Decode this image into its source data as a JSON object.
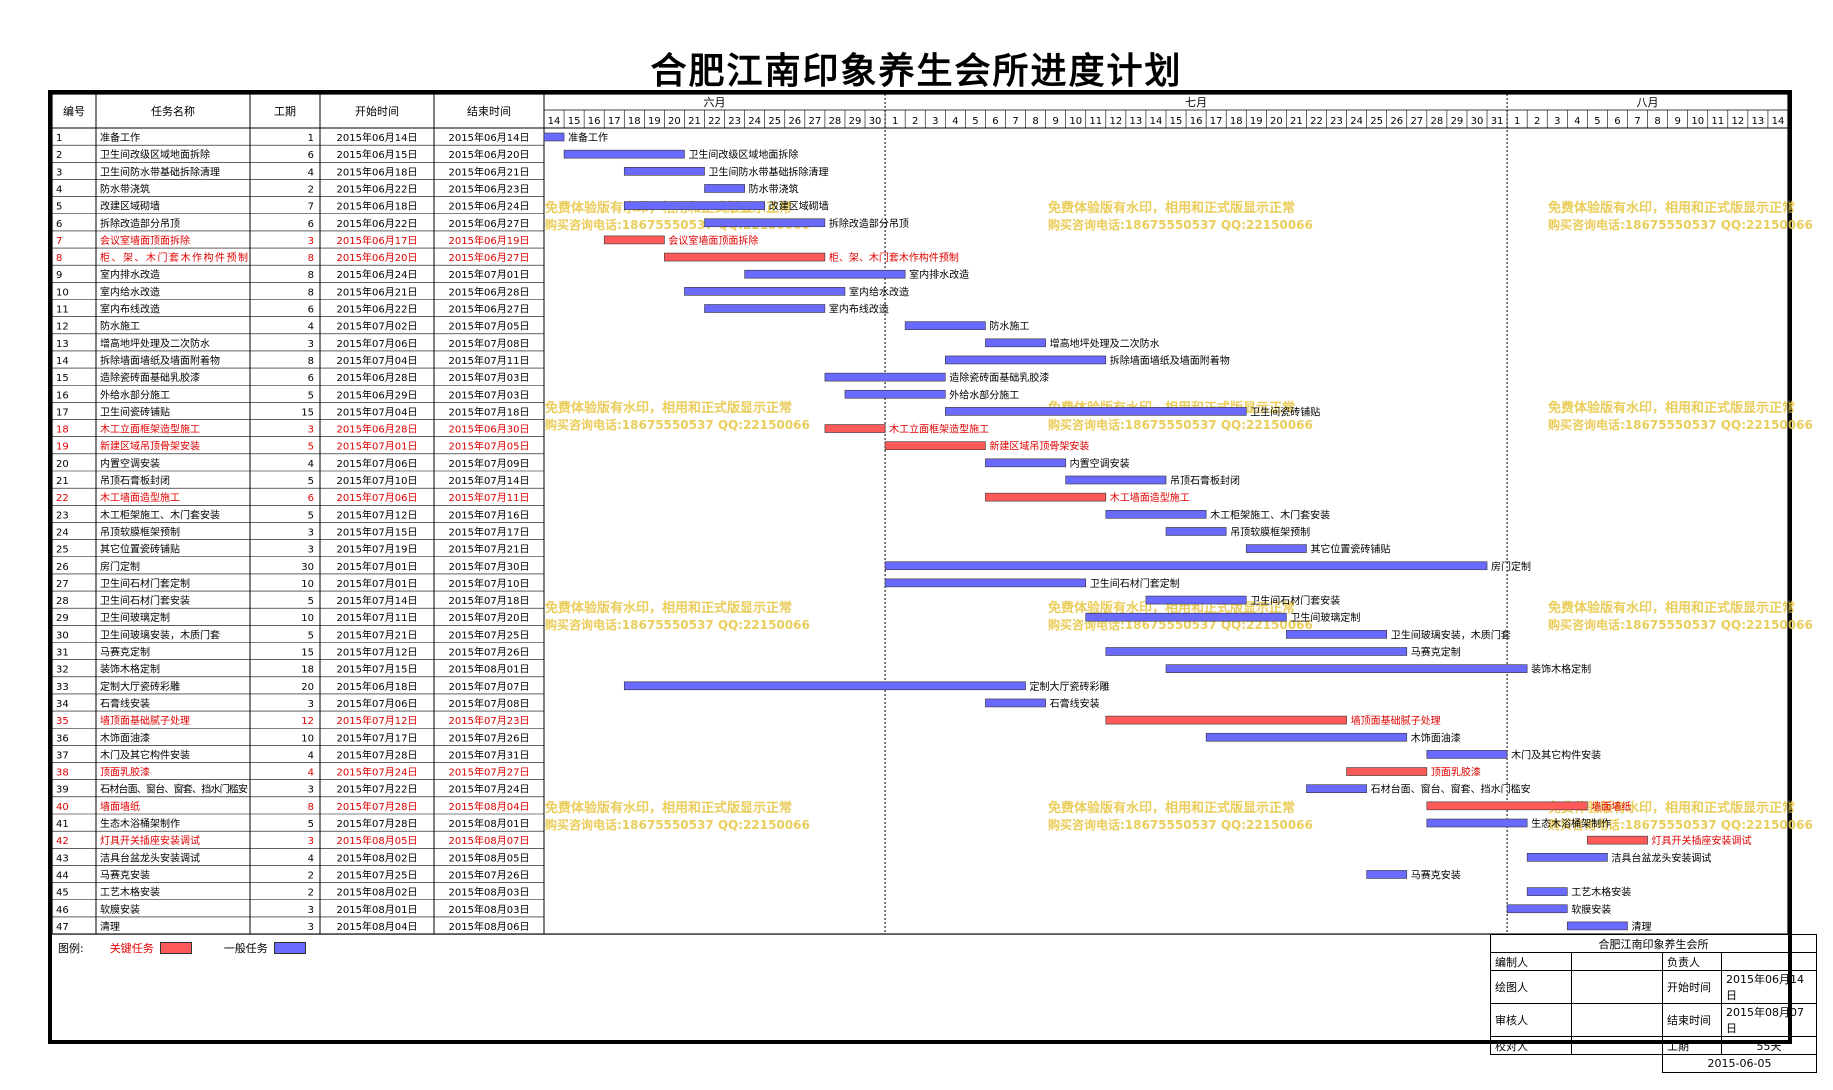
{
  "title": "合肥江南印象养生会所进度计划",
  "headers": {
    "no": "编号",
    "name": "任务名称",
    "dur": "工期",
    "start": "开始时间",
    "end": "结束时间"
  },
  "months": [
    {
      "label": "六月",
      "start": "2015-06-14",
      "end": "2015-06-30"
    },
    {
      "label": "七月",
      "start": "2015-07-01",
      "end": "2015-07-31"
    },
    {
      "label": "八月",
      "start": "2015-08-01",
      "end": "2015-08-14"
    }
  ],
  "watermark": [
    "免费体验版有水印，相用和正式版显示正常",
    "购买咨询电话:18675550537 QQ:22150066"
  ],
  "legend": {
    "label": "图例:",
    "critical": "关键任务",
    "normal": "一般任务"
  },
  "colors": {
    "critical": "#ff5a5a",
    "normal": "#6a6aff",
    "critical_text": "#e00000",
    "link": "#0000ff",
    "watermark": "#e8c84a"
  },
  "titleblock": {
    "name": "合肥江南印象养生会所",
    "rows": [
      [
        "编制人",
        "",
        "负责人",
        ""
      ],
      [
        "绘图人",
        "",
        "开始时间",
        "2015年06月14日"
      ],
      [
        "审核人",
        "",
        "结束时间",
        "2015年08月07日"
      ],
      [
        "校对人",
        "",
        "工期",
        "55天"
      ]
    ],
    "date": "2015-06-05"
  },
  "chart_data": {
    "type": "gantt",
    "date_range": [
      "2015-06-14",
      "2015-08-14"
    ],
    "tasks": [
      {
        "id": "1",
        "name": "准备工作",
        "dur": "1",
        "start": "2015年06月14日",
        "end": "2015年06月14日",
        "s": "2015-06-14",
        "e": "2015-06-14",
        "critical": false
      },
      {
        "id": "2",
        "name": "卫生间改级区域地面拆除",
        "dur": "6",
        "start": "2015年06月15日",
        "end": "2015年06月20日",
        "s": "2015-06-15",
        "e": "2015-06-20",
        "critical": false
      },
      {
        "id": "3",
        "name": "卫生间防水带基础拆除清理",
        "dur": "4",
        "start": "2015年06月18日",
        "end": "2015年06月21日",
        "s": "2015-06-18",
        "e": "2015-06-21",
        "critical": false
      },
      {
        "id": "4",
        "name": "防水带浇筑",
        "dur": "2",
        "start": "2015年06月22日",
        "end": "2015年06月23日",
        "s": "2015-06-22",
        "e": "2015-06-23",
        "critical": false
      },
      {
        "id": "5",
        "name": "改建区域砌墙",
        "dur": "7",
        "start": "2015年06月18日",
        "end": "2015年06月24日",
        "s": "2015-06-18",
        "e": "2015-06-24",
        "critical": false
      },
      {
        "id": "6",
        "name": "拆除改造部分吊顶",
        "dur": "6",
        "start": "2015年06月22日",
        "end": "2015年06月27日",
        "s": "2015-06-22",
        "e": "2015-06-27",
        "critical": false
      },
      {
        "id": "7",
        "name": "会议室墙面顶面拆除",
        "dur": "3",
        "start": "2015年06月17日",
        "end": "2015年06月19日",
        "s": "2015-06-17",
        "e": "2015-06-19",
        "critical": true
      },
      {
        "id": "8",
        "name": "柜、架、木门套木作构件预制",
        "dur": "8",
        "start": "2015年06月20日",
        "end": "2015年06月27日",
        "s": "2015-06-20",
        "e": "2015-06-27",
        "critical": true
      },
      {
        "id": "9",
        "name": "室内排水改造",
        "dur": "8",
        "start": "2015年06月24日",
        "end": "2015年07月01日",
        "s": "2015-06-24",
        "e": "2015-07-01",
        "critical": false
      },
      {
        "id": "10",
        "name": "室内给水改造",
        "dur": "8",
        "start": "2015年06月21日",
        "end": "2015年06月28日",
        "s": "2015-06-21",
        "e": "2015-06-28",
        "critical": false
      },
      {
        "id": "11",
        "name": "室内布线改造",
        "dur": "6",
        "start": "2015年06月22日",
        "end": "2015年06月27日",
        "s": "2015-06-22",
        "e": "2015-06-27",
        "critical": false
      },
      {
        "id": "12",
        "name": "防水施工",
        "dur": "4",
        "start": "2015年07月02日",
        "end": "2015年07月05日",
        "s": "2015-07-02",
        "e": "2015-07-05",
        "critical": false
      },
      {
        "id": "13",
        "name": "增高地坪处理及二次防水",
        "dur": "3",
        "start": "2015年07月06日",
        "end": "2015年07月08日",
        "s": "2015-07-06",
        "e": "2015-07-08",
        "critical": false
      },
      {
        "id": "14",
        "name": "拆除墙面墙纸及墙面附着物",
        "dur": "8",
        "start": "2015年07月04日",
        "end": "2015年07月11日",
        "s": "2015-07-04",
        "e": "2015-07-11",
        "critical": false
      },
      {
        "id": "15",
        "name": "造除瓷砖面基础乳胶漆",
        "dur": "6",
        "start": "2015年06月28日",
        "end": "2015年07月03日",
        "s": "2015-06-28",
        "e": "2015-07-03",
        "critical": false
      },
      {
        "id": "16",
        "name": "外给水部分施工",
        "dur": "5",
        "start": "2015年06月29日",
        "end": "2015年07月03日",
        "s": "2015-06-29",
        "e": "2015-07-03",
        "critical": false
      },
      {
        "id": "17",
        "name": "卫生间瓷砖铺贴",
        "dur": "15",
        "start": "2015年07月04日",
        "end": "2015年07月18日",
        "s": "2015-07-04",
        "e": "2015-07-18",
        "critical": false
      },
      {
        "id": "18",
        "name": "木工立面框架造型施工",
        "dur": "3",
        "start": "2015年06月28日",
        "end": "2015年06月30日",
        "s": "2015-06-28",
        "e": "2015-06-30",
        "critical": true
      },
      {
        "id": "19",
        "name": "新建区域吊顶骨架安装",
        "dur": "5",
        "start": "2015年07月01日",
        "end": "2015年07月05日",
        "s": "2015-07-01",
        "e": "2015-07-05",
        "critical": true
      },
      {
        "id": "20",
        "name": "内置空调安装",
        "dur": "4",
        "start": "2015年07月06日",
        "end": "2015年07月09日",
        "s": "2015-07-06",
        "e": "2015-07-09",
        "critical": false
      },
      {
        "id": "21",
        "name": "吊顶石膏板封闭",
        "dur": "5",
        "start": "2015年07月10日",
        "end": "2015年07月14日",
        "s": "2015-07-10",
        "e": "2015-07-14",
        "critical": false
      },
      {
        "id": "22",
        "name": "木工墙面造型施工",
        "dur": "6",
        "start": "2015年07月06日",
        "end": "2015年07月11日",
        "s": "2015-07-06",
        "e": "2015-07-11",
        "critical": true
      },
      {
        "id": "23",
        "name": "木工柜架施工、木门套安装",
        "dur": "5",
        "start": "2015年07月12日",
        "end": "2015年07月16日",
        "s": "2015-07-12",
        "e": "2015-07-16",
        "critical": false
      },
      {
        "id": "24",
        "name": "吊顶软膜框架预制",
        "dur": "3",
        "start": "2015年07月15日",
        "end": "2015年07月17日",
        "s": "2015-07-15",
        "e": "2015-07-17",
        "critical": false
      },
      {
        "id": "25",
        "name": "其它位置瓷砖铺贴",
        "dur": "3",
        "start": "2015年07月19日",
        "end": "2015年07月21日",
        "s": "2015-07-19",
        "e": "2015-07-21",
        "critical": false
      },
      {
        "id": "26",
        "name": "房门定制",
        "dur": "30",
        "start": "2015年07月01日",
        "end": "2015年07月30日",
        "s": "2015-07-01",
        "e": "2015-07-30",
        "critical": false
      },
      {
        "id": "27",
        "name": "卫生间石材门套定制",
        "dur": "10",
        "start": "2015年07月01日",
        "end": "2015年07月10日",
        "s": "2015-07-01",
        "e": "2015-07-10",
        "critical": false
      },
      {
        "id": "28",
        "name": "卫生间石材门套安装",
        "dur": "5",
        "start": "2015年07月14日",
        "end": "2015年07月18日",
        "s": "2015-07-14",
        "e": "2015-07-18",
        "critical": false
      },
      {
        "id": "29",
        "name": "卫生间玻璃定制",
        "dur": "10",
        "start": "2015年07月11日",
        "end": "2015年07月20日",
        "s": "2015-07-11",
        "e": "2015-07-20",
        "critical": false
      },
      {
        "id": "30",
        "name": "卫生间玻璃安装，木质门套",
        "dur": "5",
        "start": "2015年07月21日",
        "end": "2015年07月25日",
        "s": "2015-07-21",
        "e": "2015-07-25",
        "critical": false
      },
      {
        "id": "31",
        "name": "马赛克定制",
        "dur": "15",
        "start": "2015年07月12日",
        "end": "2015年07月26日",
        "s": "2015-07-12",
        "e": "2015-07-26",
        "critical": false
      },
      {
        "id": "32",
        "name": "装饰木格定制",
        "dur": "18",
        "start": "2015年07月15日",
        "end": "2015年08月01日",
        "s": "2015-07-15",
        "e": "2015-08-01",
        "critical": false
      },
      {
        "id": "33",
        "name": "定制大厅瓷砖彩雕",
        "dur": "20",
        "start": "2015年06月18日",
        "end": "2015年07月07日",
        "s": "2015-06-18",
        "e": "2015-07-07",
        "critical": false
      },
      {
        "id": "34",
        "name": "石膏线安装",
        "dur": "3",
        "start": "2015年07月06日",
        "end": "2015年07月08日",
        "s": "2015-07-06",
        "e": "2015-07-08",
        "critical": false
      },
      {
        "id": "35",
        "name": "墙顶面基础腻子处理",
        "dur": "12",
        "start": "2015年07月12日",
        "end": "2015年07月23日",
        "s": "2015-07-12",
        "e": "2015-07-23",
        "critical": true
      },
      {
        "id": "36",
        "name": "木饰面油漆",
        "dur": "10",
        "start": "2015年07月17日",
        "end": "2015年07月26日",
        "s": "2015-07-17",
        "e": "2015-07-26",
        "critical": false
      },
      {
        "id": "37",
        "name": "木门及其它构件安装",
        "dur": "4",
        "start": "2015年07月28日",
        "end": "2015年07月31日",
        "s": "2015-07-28",
        "e": "2015-07-31",
        "critical": false
      },
      {
        "id": "38",
        "name": "顶面乳胶漆",
        "dur": "4",
        "start": "2015年07月24日",
        "end": "2015年07月27日",
        "s": "2015-07-24",
        "e": "2015-07-27",
        "critical": true
      },
      {
        "id": "39",
        "name": "石材台面、窗台、窗套、挡水门槛安",
        "dur": "3",
        "start": "2015年07月22日",
        "end": "2015年07月24日",
        "s": "2015-07-22",
        "e": "2015-07-24",
        "critical": false
      },
      {
        "id": "40",
        "name": "墙面墙纸",
        "dur": "8",
        "start": "2015年07月28日",
        "end": "2015年08月04日",
        "s": "2015-07-28",
        "e": "2015-08-04",
        "critical": true
      },
      {
        "id": "41",
        "name": "生态木浴桶架制作",
        "dur": "5",
        "start": "2015年07月28日",
        "end": "2015年08月01日",
        "s": "2015-07-28",
        "e": "2015-08-01",
        "critical": false
      },
      {
        "id": "42",
        "name": "灯具开关插座安装调试",
        "dur": "3",
        "start": "2015年08月05日",
        "end": "2015年08月07日",
        "s": "2015-08-05",
        "e": "2015-08-07",
        "critical": true
      },
      {
        "id": "43",
        "name": "洁具台盆龙头安装调试",
        "dur": "4",
        "start": "2015年08月02日",
        "end": "2015年08月05日",
        "s": "2015-08-02",
        "e": "2015-08-05",
        "critical": false
      },
      {
        "id": "44",
        "name": "马赛克安装",
        "dur": "2",
        "start": "2015年07月25日",
        "end": "2015年07月26日",
        "s": "2015-07-25",
        "e": "2015-07-26",
        "critical": false
      },
      {
        "id": "45",
        "name": "工艺木格安装",
        "dur": "2",
        "start": "2015年08月02日",
        "end": "2015年08月03日",
        "s": "2015-08-02",
        "e": "2015-08-03",
        "critical": false
      },
      {
        "id": "46",
        "name": "软膜安装",
        "dur": "3",
        "start": "2015年08月01日",
        "end": "2015年08月03日",
        "s": "2015-08-01",
        "e": "2015-08-03",
        "critical": false
      },
      {
        "id": "47",
        "name": "清理",
        "dur": "3",
        "start": "2015年08月04日",
        "end": "2015年08月06日",
        "s": "2015-08-04",
        "e": "2015-08-06",
        "critical": false
      }
    ]
  }
}
